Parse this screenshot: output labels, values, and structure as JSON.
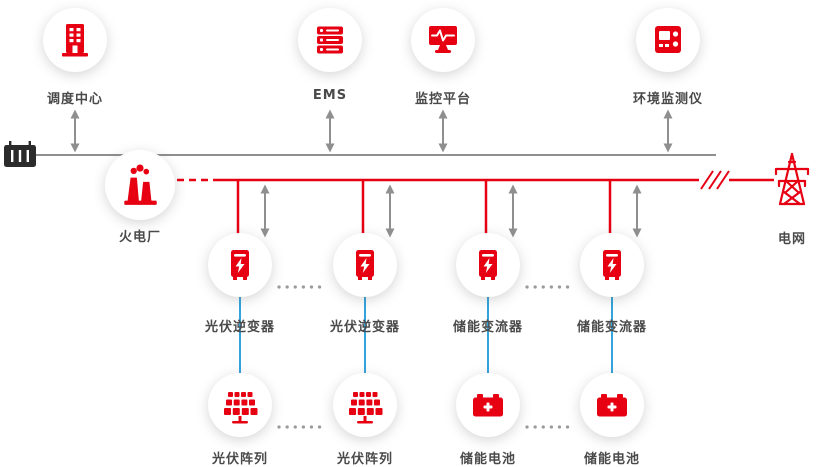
{
  "diagram": {
    "title_hint": "microgrid-architecture",
    "colors": {
      "accent_red": "#e60012",
      "line_gray": "#8f8f8f",
      "link_blue": "#33a3dc",
      "label_text": "#4a4a4a"
    },
    "top_nodes": [
      {
        "label": "调度中心",
        "icon": "building-icon"
      },
      {
        "label": "EMS",
        "icon": "server-stack-icon"
      },
      {
        "label": "监控平台",
        "icon": "monitor-pulse-icon"
      },
      {
        "label": "环境监测仪",
        "icon": "sensor-device-icon"
      }
    ],
    "plant": {
      "label": "火电厂",
      "icon": "thermal-plant-icon"
    },
    "grid": {
      "label": "电网",
      "icon": "transmission-tower-icon"
    },
    "meter": {
      "icon": "power-meter-icon"
    },
    "converters": [
      {
        "label": "光伏逆变器",
        "icon": "inverter-bolt-icon"
      },
      {
        "label": "光伏逆变器",
        "icon": "inverter-bolt-icon"
      },
      {
        "label": "储能变流器",
        "icon": "inverter-bolt-icon"
      },
      {
        "label": "储能变流器",
        "icon": "inverter-bolt-icon"
      }
    ],
    "sources": [
      {
        "label": "光伏阵列",
        "icon": "solar-panel-icon"
      },
      {
        "label": "光伏阵列",
        "icon": "solar-panel-icon"
      },
      {
        "label": "储能电池",
        "icon": "battery-icon"
      },
      {
        "label": "储能电池",
        "icon": "battery-icon"
      }
    ]
  }
}
